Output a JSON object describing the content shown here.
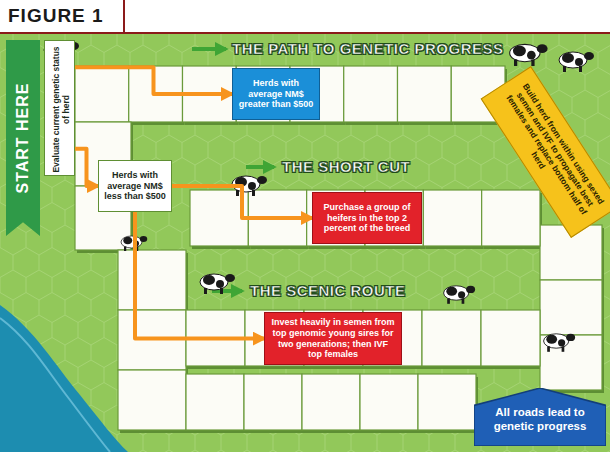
{
  "diagram": {
    "title": "FIGURE 1",
    "nodes": [
      {
        "text": [
          "START HERE"
        ]
      },
      {
        "text": [
          "Evaluate current genetic status of herd"
        ]
      },
      {
        "text": [
          "Herds with average NM$ greater than $500"
        ]
      },
      {
        "text": [
          "Herds with average NM$ less than $500"
        ]
      },
      {
        "text": [
          "Build herd from within using sexed semen and IVF to propagate best females and replace bottom half of herd"
        ]
      },
      {
        "text": [
          "Purchase a group of heifers in the top 2 percent of the breed"
        ]
      },
      {
        "text": [
          "Invest heavily in semen from top genomic young sires for two generations; then IVF top females"
        ]
      },
      {
        "text": [
          "All roads lead to genetic progress"
        ]
      }
    ],
    "edges": [
      {
        "from": 1,
        "to": 2,
        "arrow": "to"
      },
      {
        "from": 1,
        "to": 3,
        "arrow": "to"
      },
      {
        "from": 3,
        "to": 5,
        "arrow": "to"
      },
      {
        "from": 3,
        "to": 6,
        "arrow": "to"
      }
    ],
    "labels": [
      "THE PATH TO GENETIC PROGRESS",
      "THE SHORT CUT",
      "THE SCENIC ROUTE"
    ]
  }
}
